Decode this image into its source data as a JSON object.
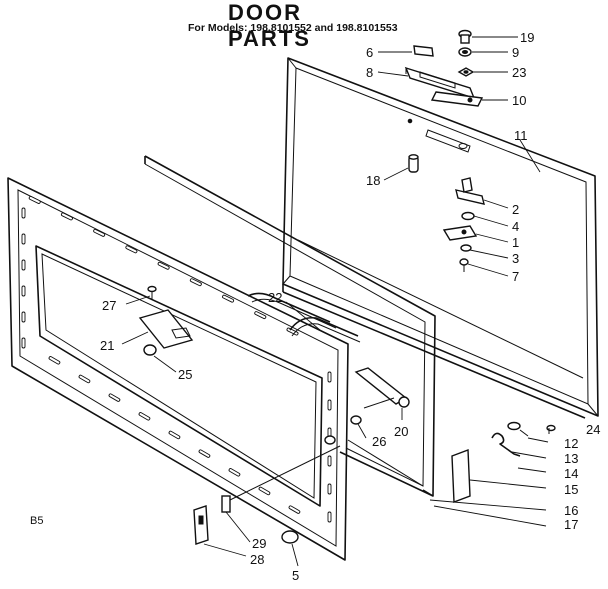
{
  "header": {
    "title": "DOOR PARTS",
    "models": "For Models: 198.8101552 and 198.8101553"
  },
  "corner_code": "B5",
  "callouts": [
    "19",
    "9",
    "6",
    "8",
    "23",
    "10",
    "11",
    "18",
    "2",
    "4",
    "1",
    "3",
    "7",
    "22",
    "27",
    "21",
    "25",
    "20",
    "26",
    "24",
    "12",
    "13",
    "14",
    "15",
    "16",
    "17",
    "29",
    "28",
    "5"
  ]
}
